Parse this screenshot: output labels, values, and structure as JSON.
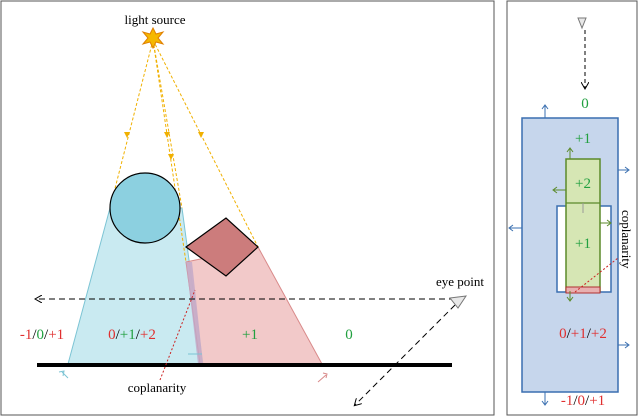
{
  "colors": {
    "red": "#e03030",
    "green": "#22a040",
    "cyan_region": "#bfe6ee",
    "red_region": "#f0c0c0",
    "slab_fill": "#c6d6ec",
    "slab_edge": "#3a6fb0",
    "inner_fill": "#d6e6b4",
    "inner_edge": "#5b8a2a",
    "light_ray": "#f0b000"
  },
  "left_panel": {
    "light_source_label": "light source",
    "eye_point_label": "eye point",
    "coplanarity_label": "coplanarity",
    "region_labels": [
      {
        "parts": [
          {
            "text": "-1",
            "color": "red"
          },
          {
            "text": "/",
            "color": "black"
          },
          {
            "text": "0",
            "color": "green"
          },
          {
            "text": "/",
            "color": "black"
          },
          {
            "text": "+1",
            "color": "red"
          }
        ]
      },
      {
        "parts": [
          {
            "text": "0",
            "color": "red"
          },
          {
            "text": "/",
            "color": "black"
          },
          {
            "text": "+1",
            "color": "green"
          },
          {
            "text": "/",
            "color": "black"
          },
          {
            "text": "+2",
            "color": "red"
          }
        ]
      },
      {
        "parts": [
          {
            "text": "+1",
            "color": "green"
          }
        ]
      },
      {
        "parts": [
          {
            "text": "0",
            "color": "green"
          }
        ]
      }
    ]
  },
  "right_panel": {
    "top_label": "0",
    "inner_labels": [
      "+1",
      "+2",
      "+1"
    ],
    "coplanarity_label": "coplanarity",
    "mid_label": {
      "parts": [
        {
          "text": "0",
          "color": "red"
        },
        {
          "text": "/",
          "color": "black"
        },
        {
          "text": "+1",
          "color": "red"
        },
        {
          "text": "/",
          "color": "black"
        },
        {
          "text": "+2",
          "color": "red"
        }
      ]
    },
    "bottom_label": {
      "parts": [
        {
          "text": "-1",
          "color": "red"
        },
        {
          "text": "/",
          "color": "black"
        },
        {
          "text": "0",
          "color": "red"
        },
        {
          "text": "/",
          "color": "black"
        },
        {
          "text": "+1",
          "color": "red"
        }
      ]
    }
  }
}
